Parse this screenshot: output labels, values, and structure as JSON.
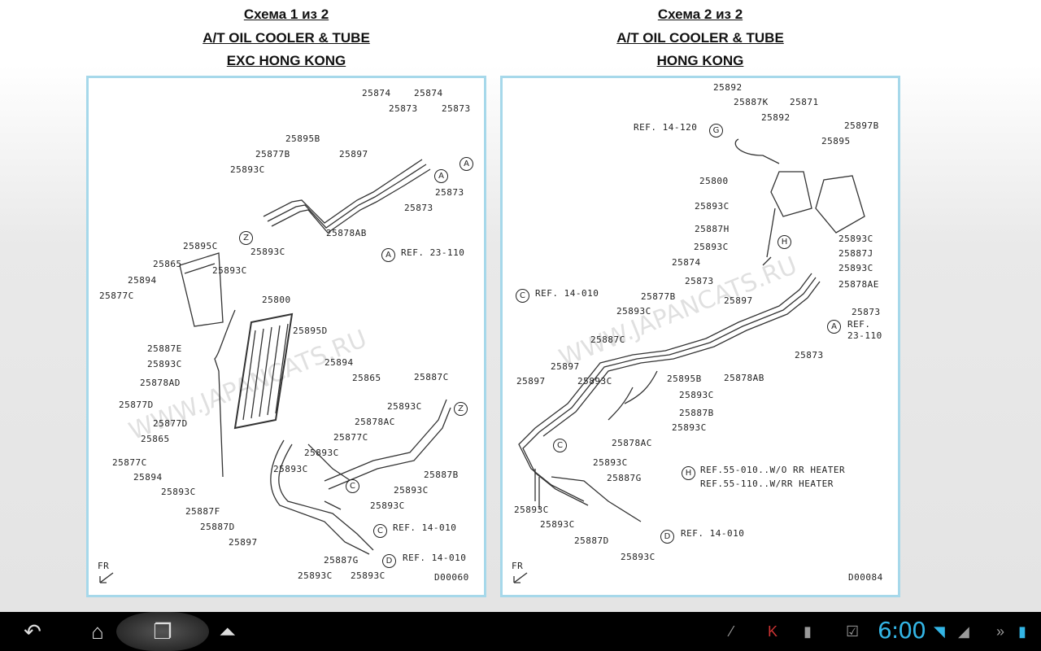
{
  "headers": [
    {
      "line1": "Схема 1 из 2",
      "line2": "A/T OIL COOLER & TUBE",
      "line3": "EXC HONG KONG"
    },
    {
      "line1": "Схема 2 из 2",
      "line2": "A/T OIL COOLER & TUBE",
      "line3": "HONG KONG"
    }
  ],
  "watermark": "WWW.JAPANCATS.RU",
  "diagram1": {
    "labels": [
      "25874",
      "25874",
      "25873",
      "25873",
      "25895B",
      "25897",
      "25877B",
      "25893C",
      "25873",
      "25873",
      "25878AB",
      "25893C",
      "REF. 23-110",
      "25895C",
      "25865",
      "25893C",
      "25894",
      "25877C",
      "25800",
      "25895D",
      "25887E",
      "25893C",
      "25894",
      "25878AD",
      "25865",
      "25887C",
      "25893C",
      "25877D",
      "25878AC",
      "25877D",
      "25877C",
      "25865",
      "25893C",
      "25877C",
      "25893C",
      "25887B",
      "25894",
      "25893C",
      "25893C",
      "25887F",
      "25893C",
      "25887D",
      "REF. 14-010",
      "25897",
      "25887G",
      "REF. 14-010",
      "25893C",
      "25893C",
      "FR",
      "D00060"
    ],
    "callouts": [
      "A",
      "A",
      "Z",
      "A",
      "Z",
      "C",
      "C",
      "D"
    ]
  },
  "diagram2": {
    "labels": [
      "25892",
      "25887K",
      "25871",
      "REF. 14-120",
      "25892",
      "25897B",
      "25895",
      "25800",
      "25893C",
      "25887H",
      "25893C",
      "25893C",
      "25887J",
      "25874",
      "25893C",
      "25873",
      "25878AE",
      "REF. 14-010",
      "25877B",
      "25897",
      "25893C",
      "25873",
      "REF.",
      "23-110",
      "25887C",
      "25873",
      "25897",
      "25895B",
      "25878AB",
      "25897",
      "25893C",
      "25893C",
      "25887B",
      "25893C",
      "25878AC",
      "25893C",
      "REF.55-010..W/O RR HEATER",
      "REF.55-110..W/RR HEATER",
      "25887G",
      "25893C",
      "25893C",
      "REF. 14-010",
      "25887D",
      "25893C",
      "FR",
      "D00084"
    ],
    "callouts": [
      "G",
      "H",
      "C",
      "A",
      "C",
      "H",
      "D"
    ]
  },
  "statusbar": {
    "time": "6:00",
    "accent": "#33b5e5"
  },
  "navbar": {
    "back": "back-icon",
    "home": "home-icon",
    "recents": "recent-apps-icon",
    "menu": "menu-up-icon"
  }
}
